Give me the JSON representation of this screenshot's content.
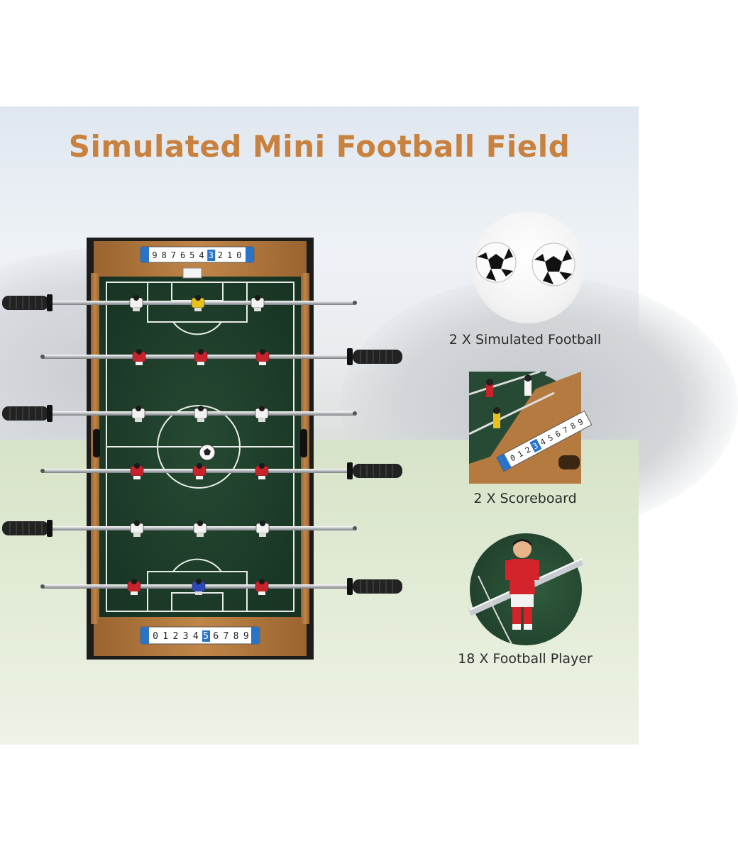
{
  "title": "Simulated Mini Football Field",
  "scoreboard_top": [
    "9",
    "8",
    "7",
    "6",
    "5",
    "4",
    "3",
    "2",
    "1",
    "0"
  ],
  "scoreboard_top_marker": "3",
  "scoreboard_bottom": [
    "0",
    "1",
    "2",
    "3",
    "4",
    "5",
    "6",
    "7",
    "8",
    "9"
  ],
  "scoreboard_bottom_marker": "5",
  "features": [
    {
      "label": "2 X Simulated Football"
    },
    {
      "label": "2 X Scoreboard"
    },
    {
      "label": "18 X Football Player"
    }
  ],
  "mini_scoreboard": [
    "0",
    "1",
    "2",
    "3",
    "4",
    "5",
    "6",
    "7",
    "8",
    "9"
  ],
  "colors": {
    "title": "#c8813e",
    "wood": "#b3793e",
    "field": "#1f3d2a",
    "player_red": "#c8222a",
    "player_white": "#f2f2f2",
    "player_yellow": "#e8c21a",
    "player_blue": "#2a48b8",
    "scoreboard_blue": "#2a74c8"
  }
}
